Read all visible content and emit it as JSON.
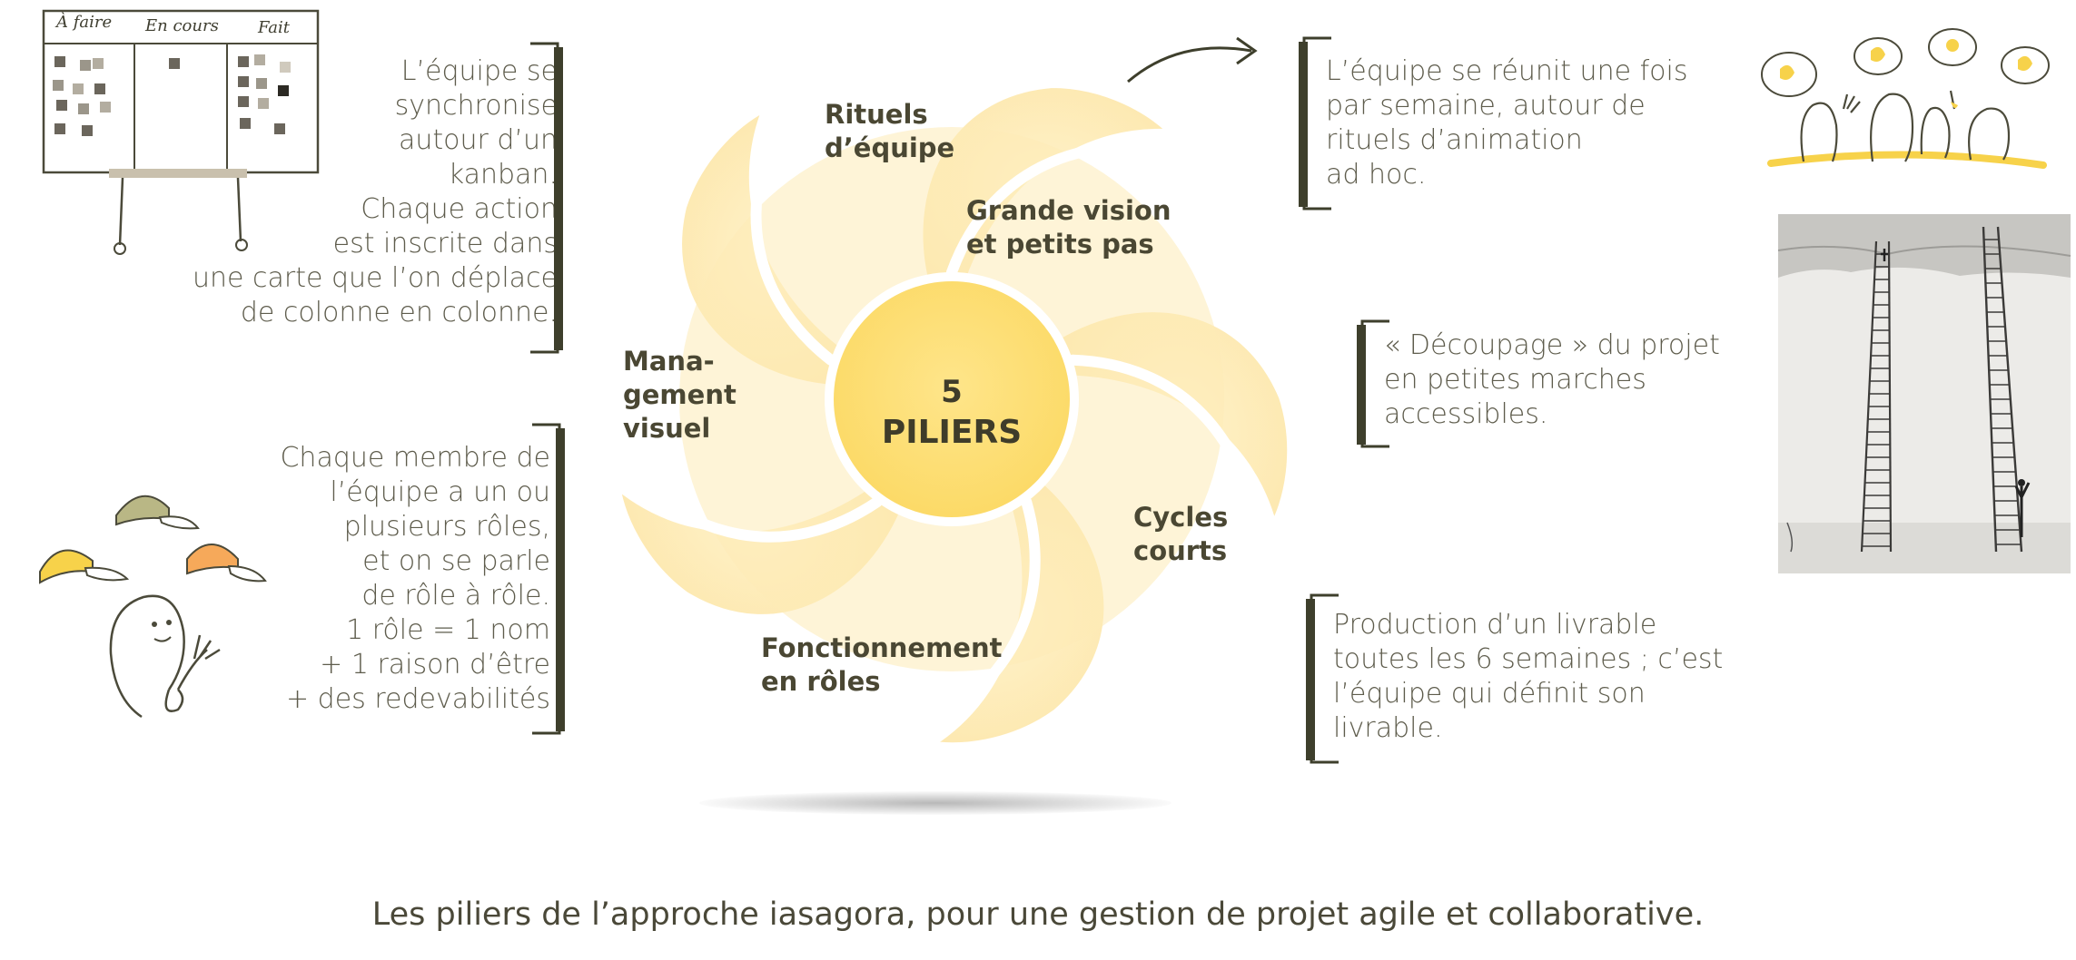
{
  "center": {
    "number": "5",
    "word": "PILIERS"
  },
  "pillars": [
    {
      "id": "rituels",
      "lines": [
        "Rituels",
        "d’équipe"
      ]
    },
    {
      "id": "grande-vision",
      "lines": [
        "Grande vision",
        "et petits pas"
      ]
    },
    {
      "id": "cycles",
      "lines": [
        "Cycles",
        "courts"
      ]
    },
    {
      "id": "fonctionnement",
      "lines": [
        "Fonctionnement",
        "en rôles"
      ]
    },
    {
      "id": "management",
      "lines": [
        "Mana-",
        "gement",
        "visuel"
      ]
    }
  ],
  "descriptions": {
    "kanban": [
      "L’équipe se",
      "synchronise",
      "autour d’un",
      "kanban.",
      "Chaque action",
      "est inscrite dans",
      "une carte que l’on déplace",
      "de colonne en colonne."
    ],
    "roles": [
      "Chaque membre de",
      "l’équipe a un ou",
      "plusieurs rôles,",
      "et on se parle",
      "de rôle à rôle.",
      "1 rôle = 1 nom",
      "+ 1 raison d’être",
      "+ des redevabilités"
    ],
    "rituels": [
      "L’équipe se réunit une fois",
      "par semaine, autour de",
      "rituels d’animation",
      "ad hoc."
    ],
    "decoupage": [
      "« Découpage » du projet",
      "en petites marches",
      "accessibles."
    ],
    "production": [
      "Production d’un livrable",
      "toutes les 6 semaines ; c’est",
      "l’équipe qui définit son",
      "livrable."
    ]
  },
  "kanban_board": {
    "columns": [
      "À faire",
      "En cours",
      "Fait"
    ]
  },
  "caption": "Les piliers de l’approche iasagora, pour une gestion de projet agile et collaborative.",
  "colors": {
    "petal": "#fdedbd",
    "petal_edge": "#fbe3a2",
    "center": "#fde07a",
    "bracket": "#3e3f2c",
    "accent_yellow": "#f7d24a",
    "accent_orange": "#f6a95a",
    "cap_green": "#b9b785"
  }
}
